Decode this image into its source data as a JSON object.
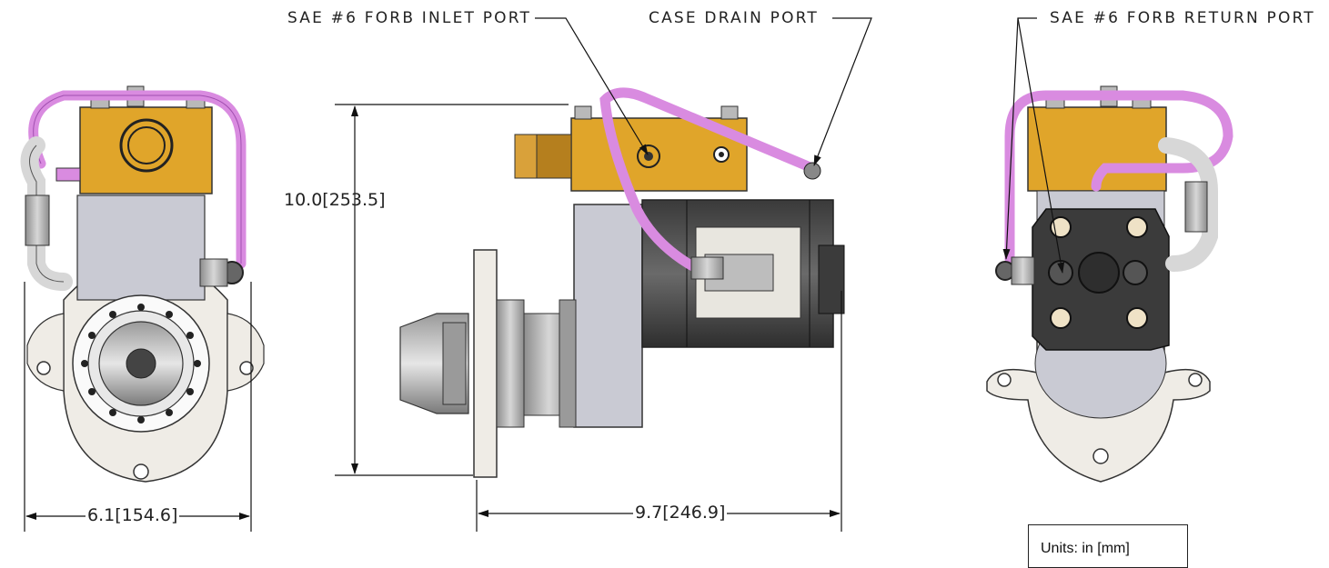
{
  "callouts": {
    "inlet_port": "SAE #6 FORB INLET PORT",
    "case_drain_port": "CASE DRAIN PORT",
    "return_port": "SAE #6 FORB RETURN PORT"
  },
  "dimensions": {
    "width_front": "6.1[154.6]",
    "height_side": "10.0[253.5]",
    "length_side": "9.7[246.9]"
  },
  "units_note": "Units: in [mm]",
  "colors": {
    "manifold": "#e0a52a",
    "hose": "#d98be0",
    "body_gray": "#c9cad3",
    "dark_steel": "#4a4a4a",
    "flange": "#efece6"
  }
}
